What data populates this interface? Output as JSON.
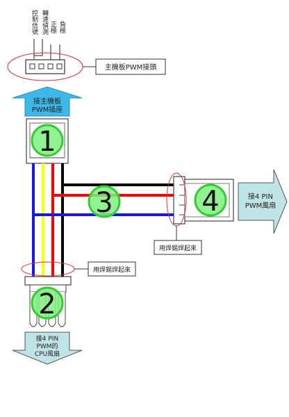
{
  "pin_labels": [
    "控制信號",
    "轉速偵測",
    "正極",
    "負極"
  ],
  "callouts": {
    "pwm_header": "主機板PWM接頭",
    "solder_right": "用焊錫焊起來",
    "solder_bottom": "用焊錫焊起來"
  },
  "arrows": {
    "top": [
      "接主機板",
      "PWM插座"
    ],
    "right": [
      "接4 PIN",
      "PWM風扇"
    ],
    "bottom": [
      "接4 PIN",
      "PWM的",
      "CPU風扇"
    ]
  },
  "markers": [
    "1",
    "2",
    "3",
    "4"
  ],
  "colors": {
    "wire_blue": "#1414ff",
    "wire_yellow": "#ffff00",
    "wire_red": "#ff0000",
    "wire_black": "#000000",
    "marker_fill": "#7cf07c",
    "marker_stroke": "#33cc33",
    "arrow_blue": "#3db8e8",
    "arrow_teal": "#bfe4e6",
    "callout_red": "#e03030"
  }
}
